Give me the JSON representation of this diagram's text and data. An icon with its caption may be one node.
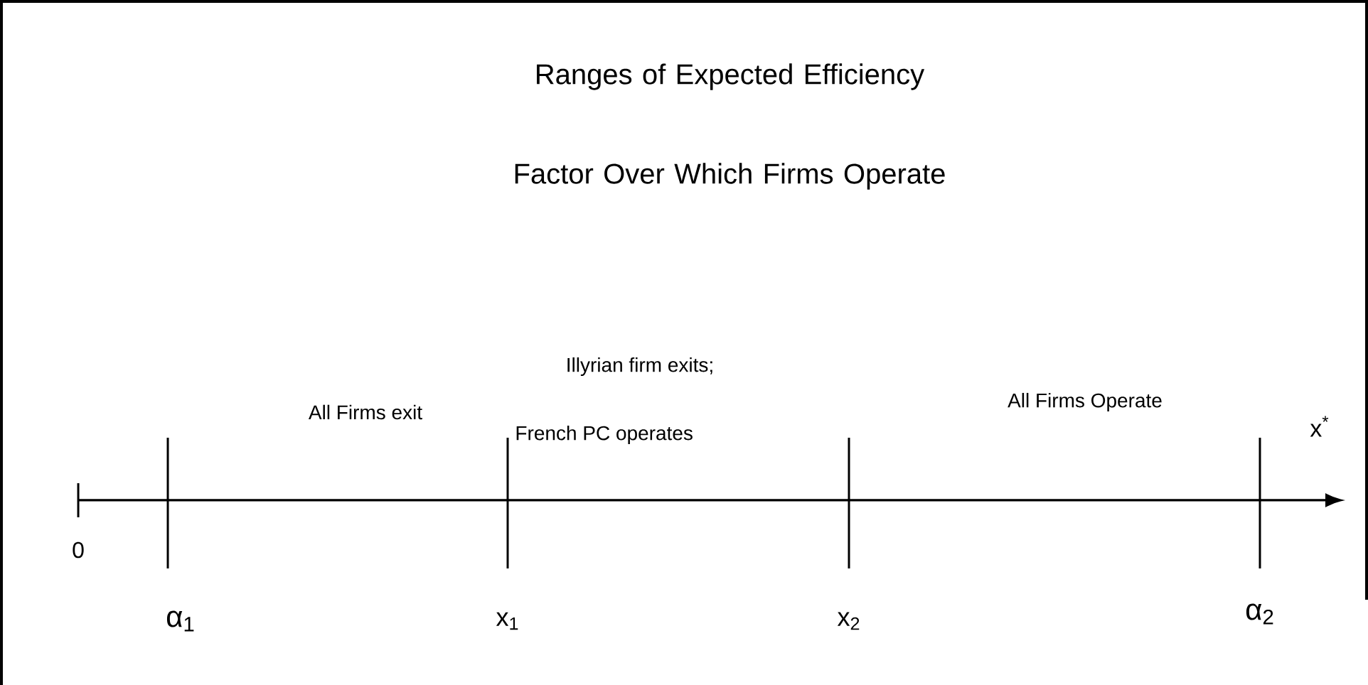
{
  "diagram": {
    "title": "Ranges of Expected Efficiency Factor Over Which Firms Operate",
    "labels": [
      "Illyrian firm exits;",
      "All Firms exit",
      "French PC operates",
      "All Firms Operate",
      "x$^{*}$",
      "0",
      "α$_{1}$",
      "x$_{1}$",
      "x$_{2}$",
      "α$_{2}$"
    ]
  }
}
